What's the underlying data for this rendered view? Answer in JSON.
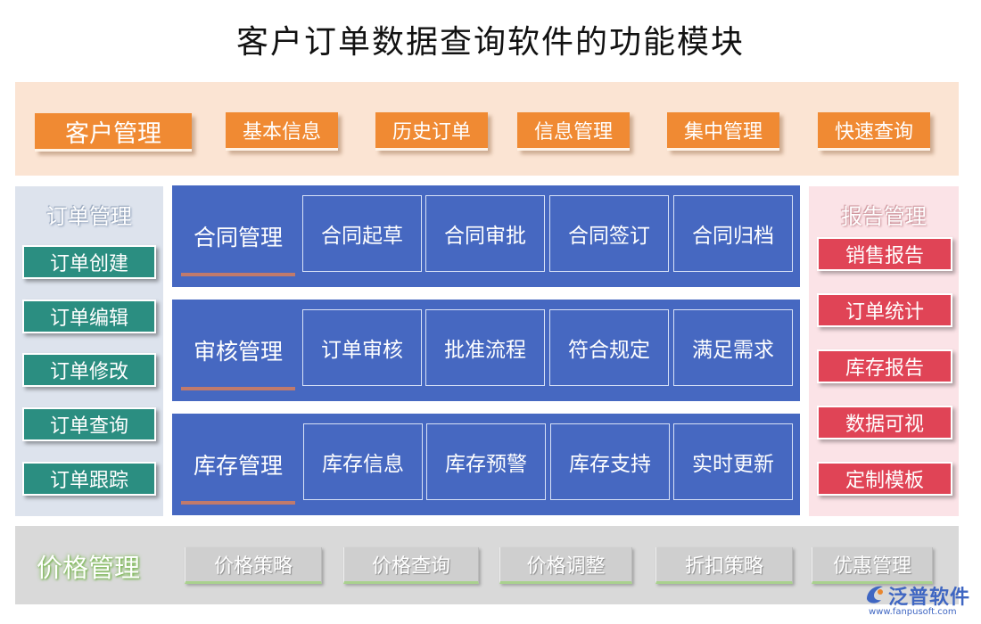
{
  "title": "客户订单数据查询软件的功能模块",
  "customer": {
    "main": "客户管理",
    "items": [
      "基本信息",
      "历史订单",
      "信息管理",
      "集中管理",
      "快速查询"
    ]
  },
  "order": {
    "title": "订单管理",
    "items": [
      "订单创建",
      "订单编辑",
      "订单修改",
      "订单查询",
      "订单跟踪"
    ]
  },
  "rows": [
    {
      "label": "合同管理",
      "cells": [
        "合同起草",
        "合同审批",
        "合同签订",
        "合同归档"
      ]
    },
    {
      "label": "审核管理",
      "cells": [
        "订单审核",
        "批准流程",
        "符合规定",
        "满足需求"
      ]
    },
    {
      "label": "库存管理",
      "cells": [
        "库存信息",
        "库存预警",
        "库存支持",
        "实时更新"
      ]
    }
  ],
  "report": {
    "title": "报告管理",
    "items": [
      "销售报告",
      "订单统计",
      "库存报告",
      "数据可视",
      "定制模板"
    ]
  },
  "price": {
    "title": "价格管理",
    "items": [
      "价格策略",
      "价格查询",
      "价格调整",
      "折扣策略",
      "优惠管理"
    ]
  },
  "logo": {
    "name": "泛普软件",
    "url": "www.fanpusoft.com"
  },
  "colors": {
    "customer": "#f08a33",
    "order": "#2b8e81",
    "center": "#4668c1",
    "report": "#e04456",
    "price_accent": "#a9d18e"
  }
}
